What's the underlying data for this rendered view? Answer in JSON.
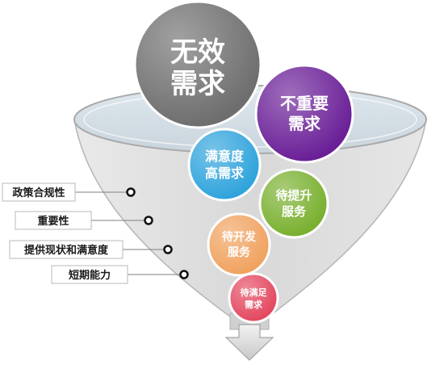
{
  "bubbles": [
    {
      "id": "invalid",
      "lines": [
        "无效",
        "需求"
      ],
      "color": "#6e6e6e"
    },
    {
      "id": "unimportant",
      "lines": [
        "不重要",
        "需求"
      ],
      "color": "#6a1f97"
    },
    {
      "id": "high-satisfaction",
      "lines": [
        "满意度",
        "高需求"
      ],
      "color": "#2fa3dc"
    },
    {
      "id": "to-improve",
      "lines": [
        "待提升",
        "服务"
      ],
      "color": "#79b02f"
    },
    {
      "id": "to-develop",
      "lines": [
        "待开发",
        "服务"
      ],
      "color": "#f0a25f"
    },
    {
      "id": "to-satisfy",
      "lines": [
        "待满足",
        "需求"
      ],
      "color": "#e3475f"
    }
  ],
  "criteria": [
    {
      "id": "compliance",
      "label": "政策合规性"
    },
    {
      "id": "importance",
      "label": "重要性"
    },
    {
      "id": "status-satisfaction",
      "label": "提供现状和满意度"
    },
    {
      "id": "short-term-capability",
      "label": "短期能力"
    }
  ]
}
